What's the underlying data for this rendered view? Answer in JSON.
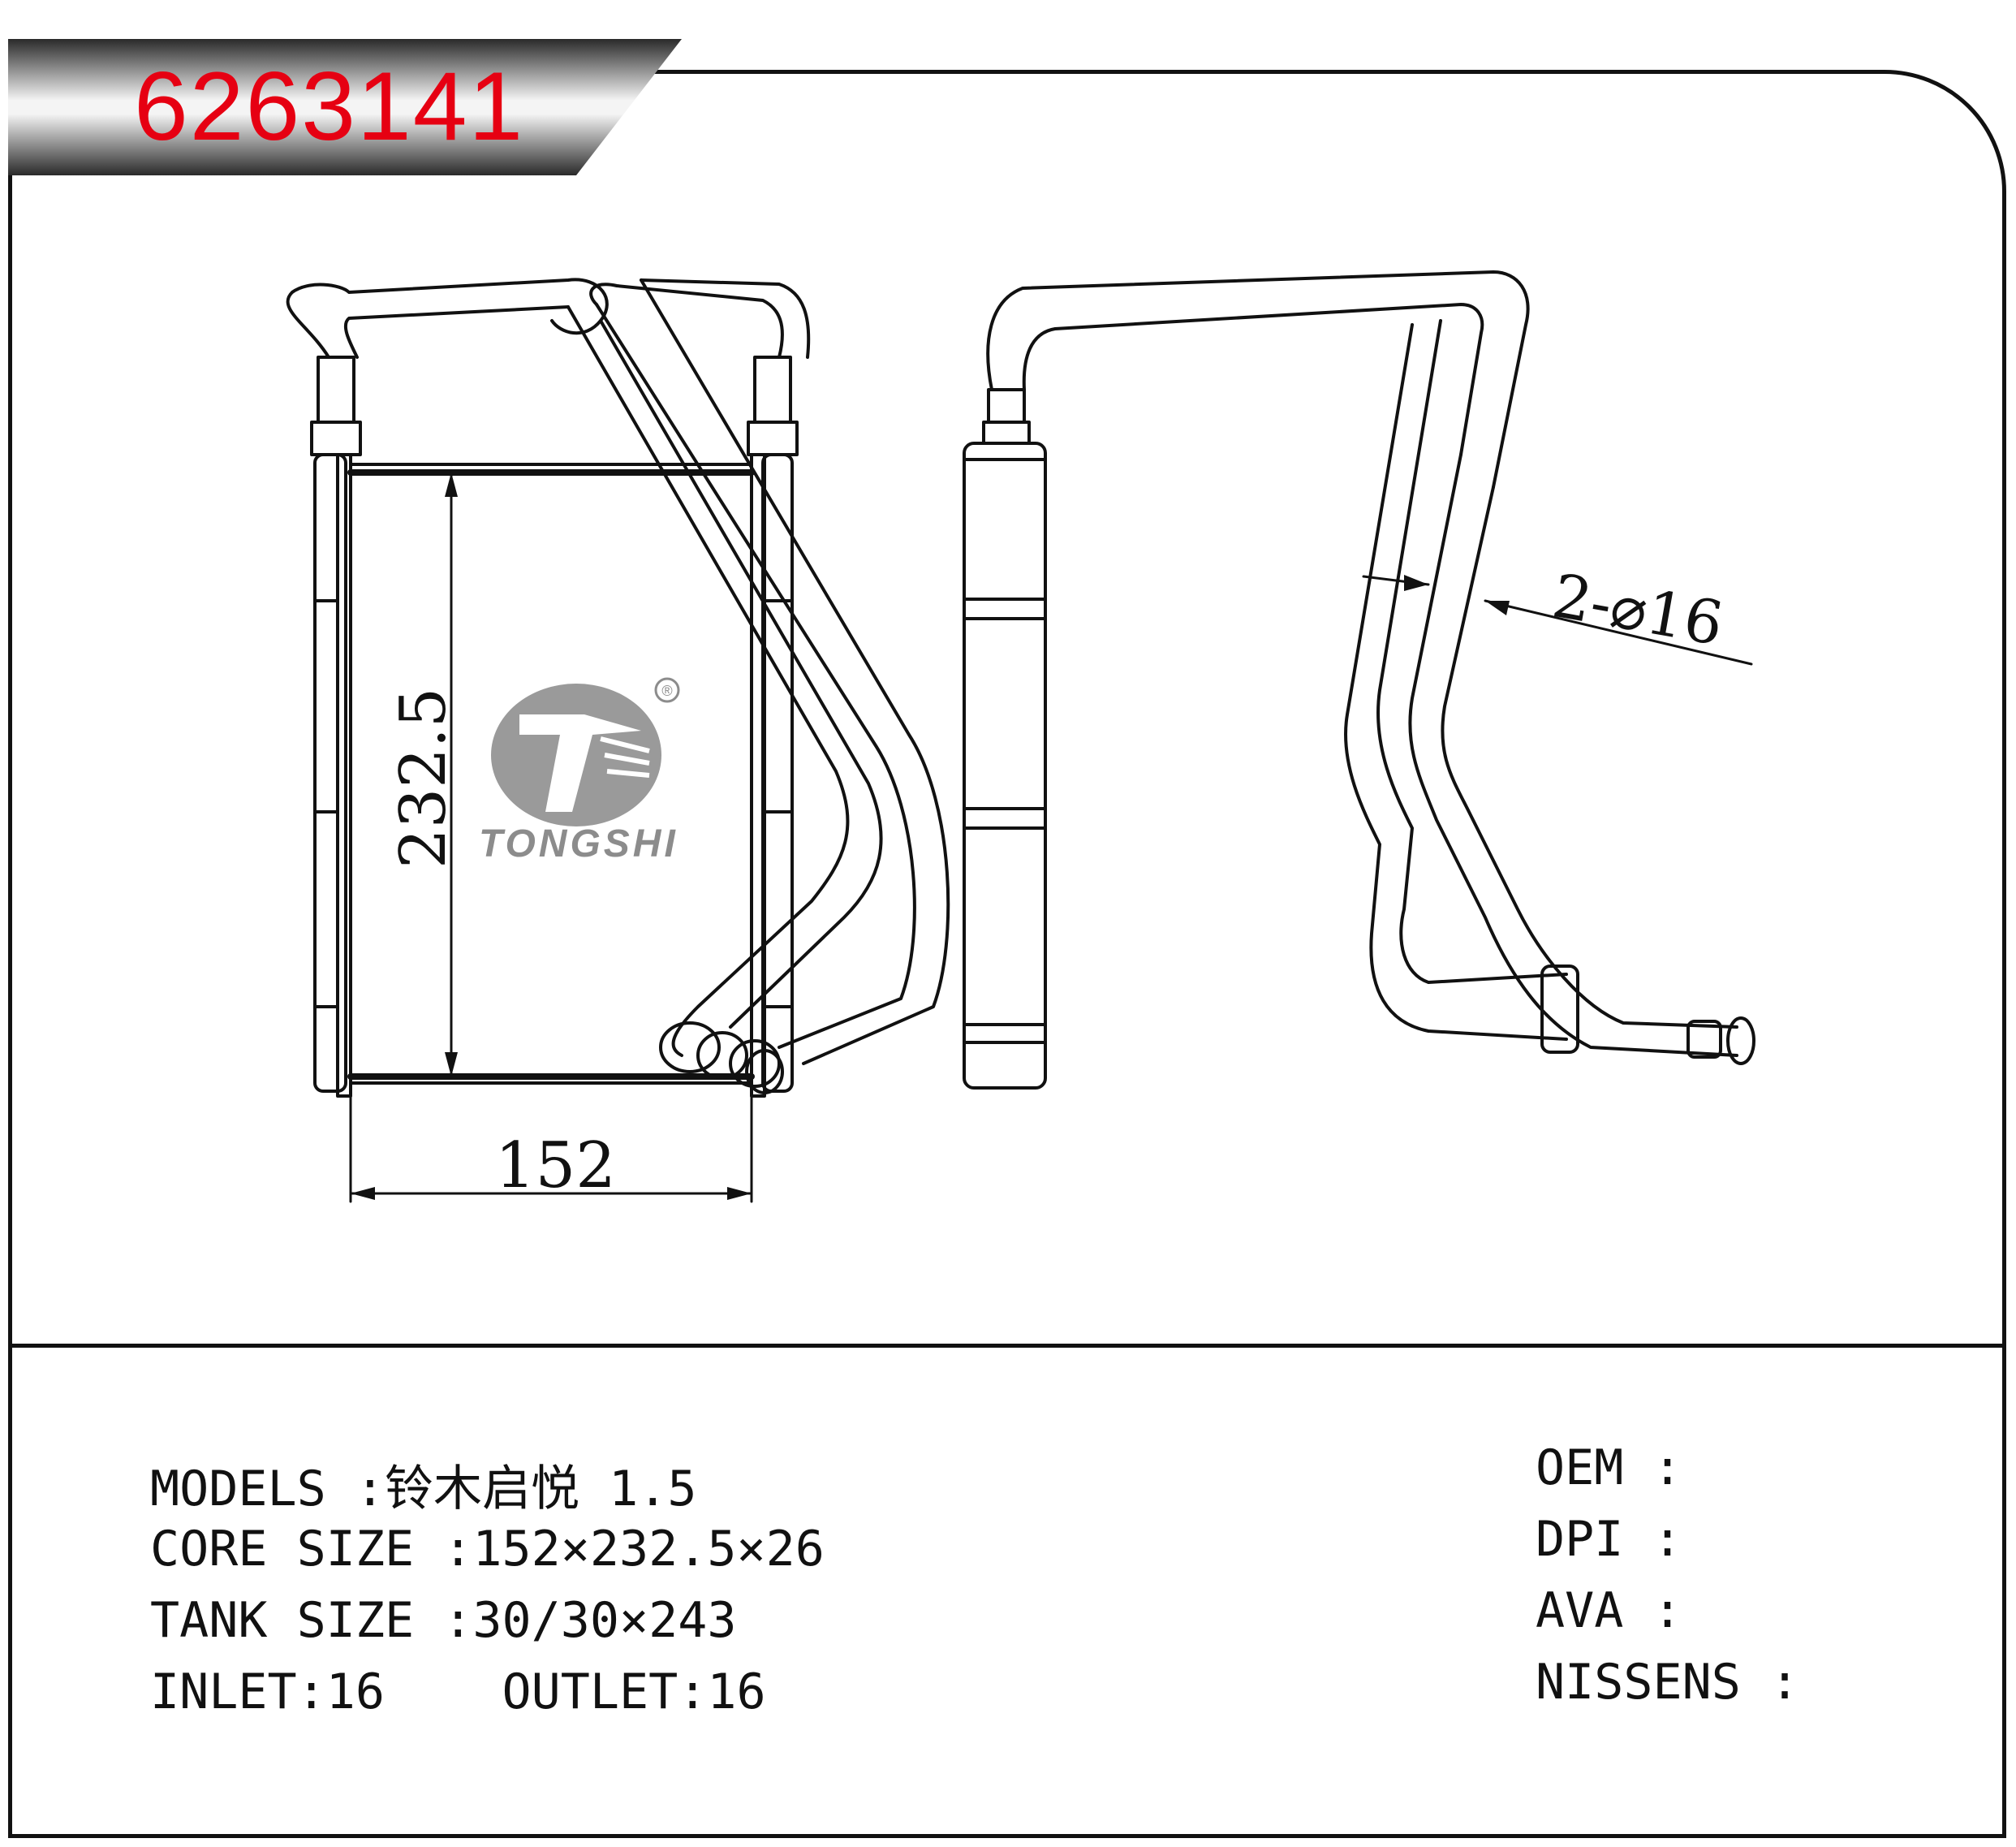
{
  "part_number": "6263141",
  "brand": {
    "logo_text": "TONGSHI",
    "registered_mark": "®"
  },
  "dimensions": {
    "width": "152",
    "height": "232.5",
    "pipe_callout": "2-⌀16"
  },
  "specs": {
    "models_label": "MODELS",
    "models_value": ":铃木启悦 1.5",
    "core_size_label": "CORE SIZE",
    "core_size_value": ":152×232.5×26",
    "tank_size_label": "TANK SIZE",
    "tank_size_value": ":30/30×243",
    "inlet_label": "INLET",
    "inlet_value": ":16",
    "outlet_label": "OUTLET",
    "outlet_value": ":16"
  },
  "cross_references": [
    {
      "label": "OEM",
      "separator": ":"
    },
    {
      "label": "DPI",
      "separator": ":"
    },
    {
      "label": "AVA",
      "separator": ":"
    },
    {
      "label": "NISSENS",
      "separator": ":"
    }
  ],
  "colors": {
    "part_number": "#e60012",
    "line": "#111111",
    "logo_gray": "#8c8c8c",
    "banner_dark": "#3a3a3a"
  }
}
